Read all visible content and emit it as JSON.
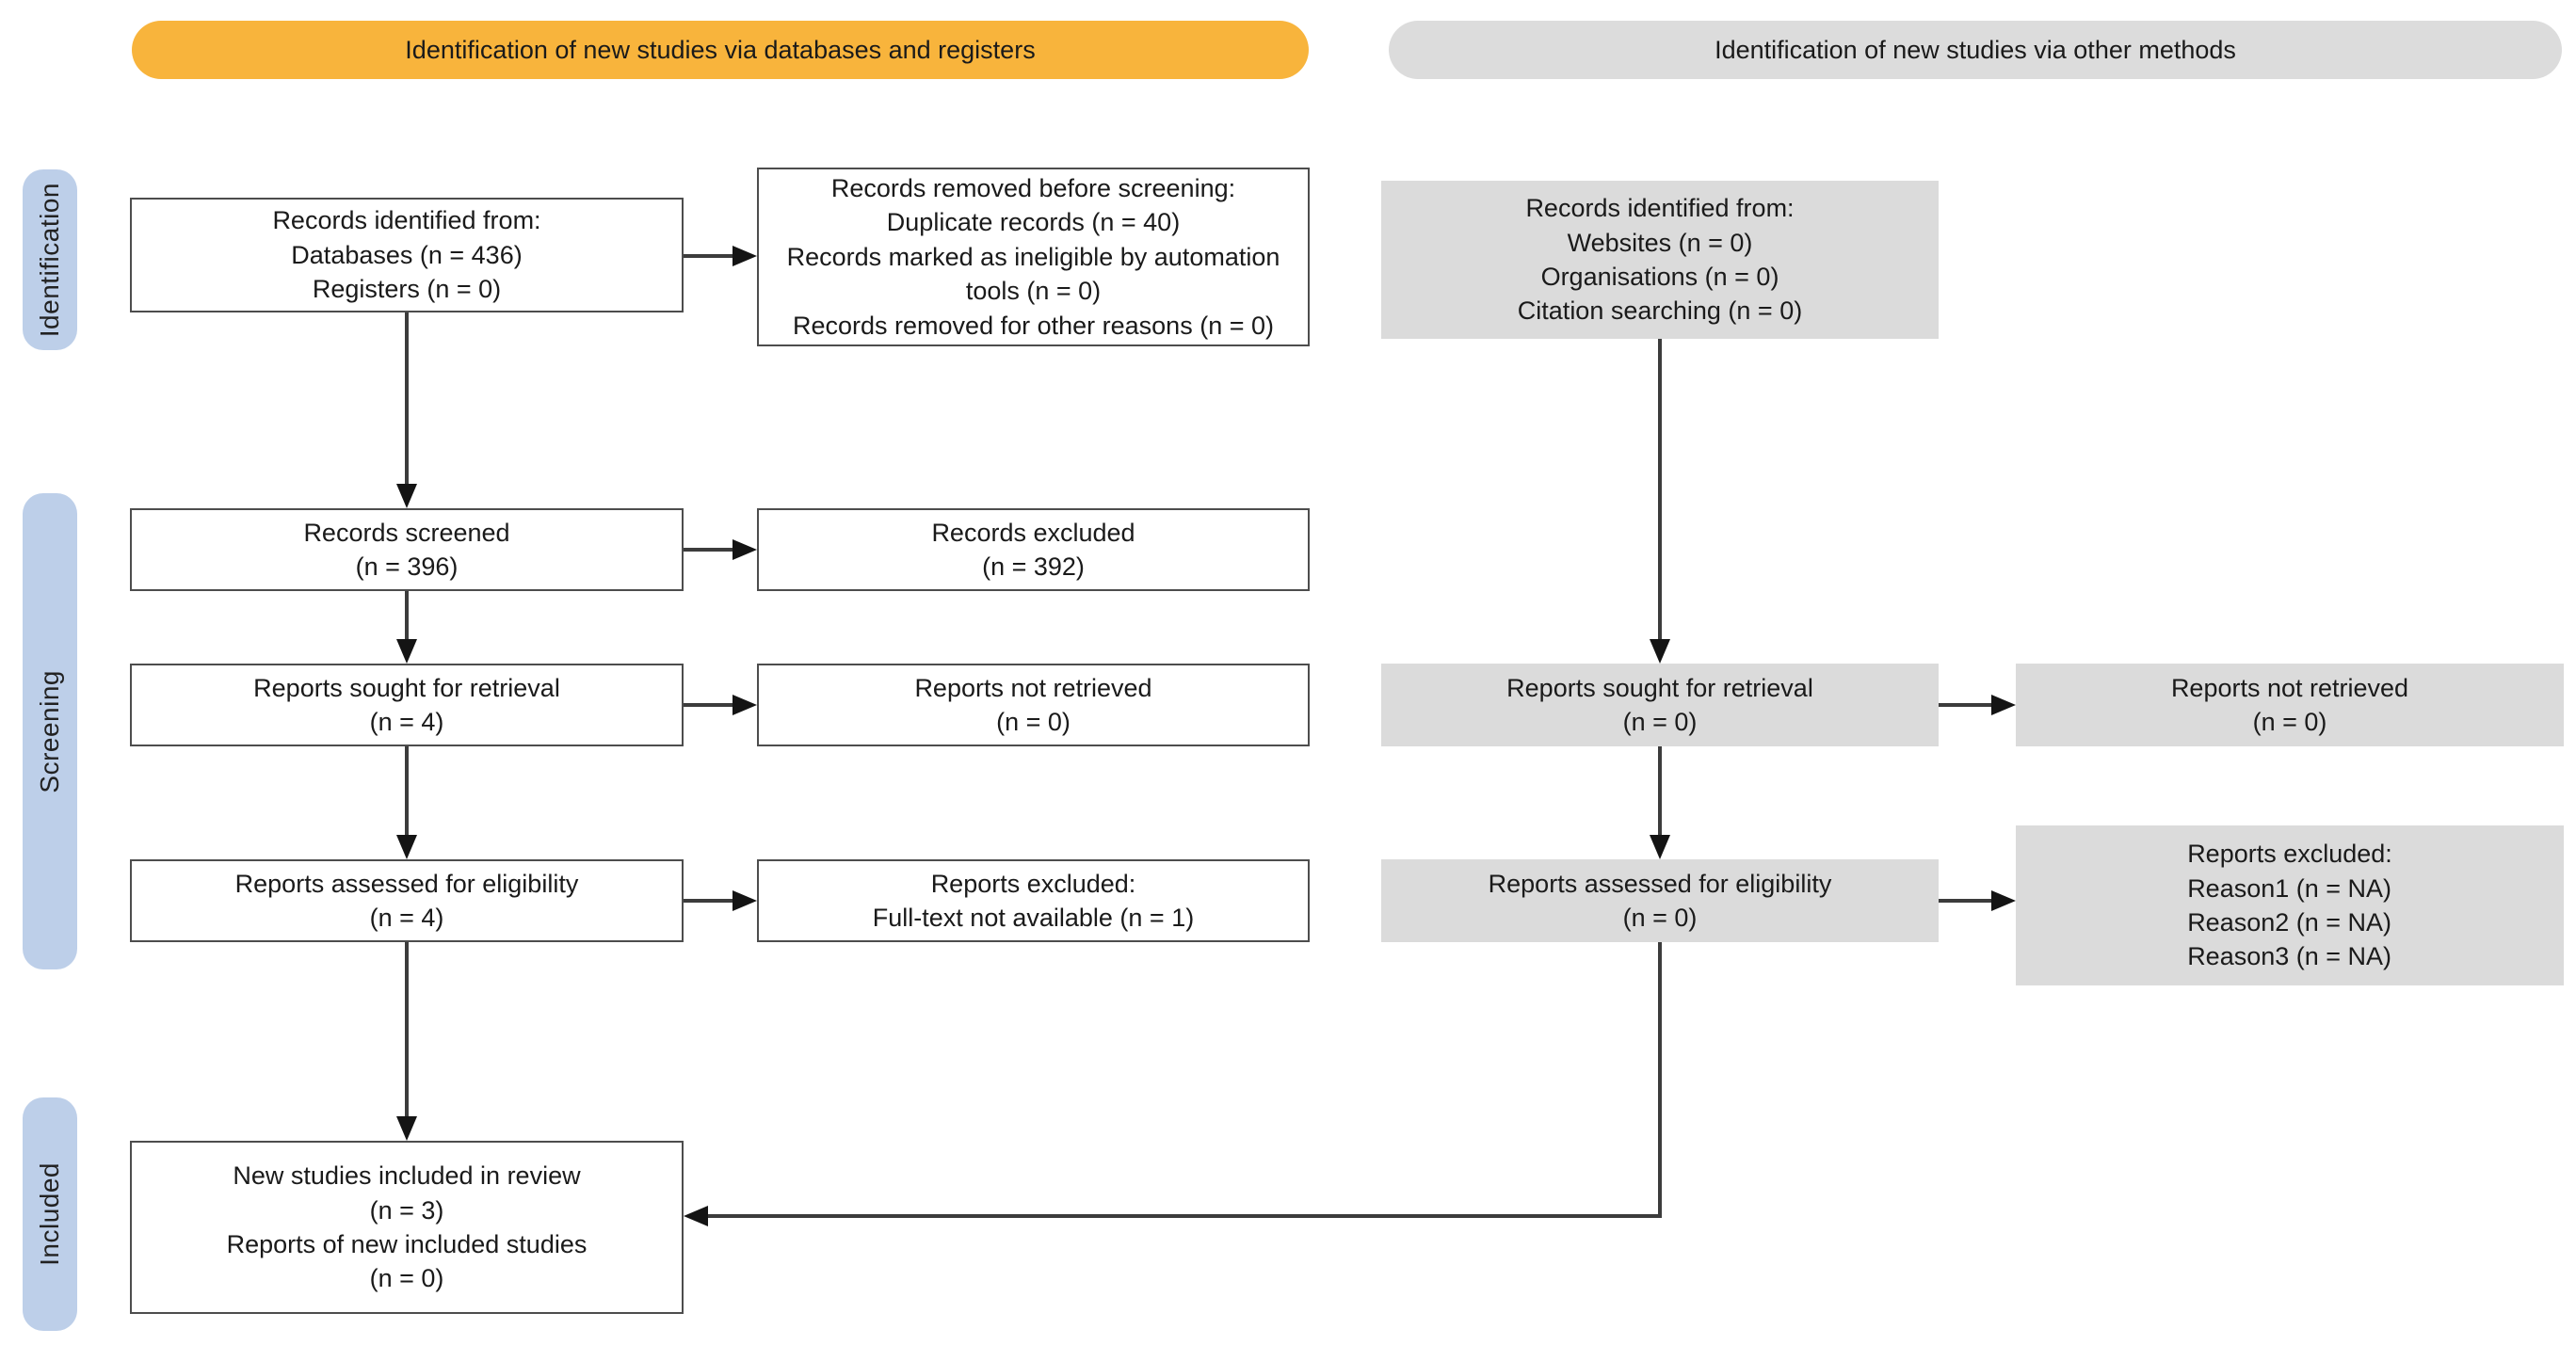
{
  "headers": {
    "databases": "Identification of new studies via databases and registers",
    "other_methods": "Identification of new studies via other methods"
  },
  "stages": {
    "identification": "Identification",
    "screening": "Screening",
    "included": "Included"
  },
  "boxes": {
    "records_identified_db": "Records identified from:\nDatabases (n = 436)\nRegisters (n = 0)",
    "records_removed": "Records removed before screening:\nDuplicate records (n = 40)\nRecords marked as ineligible by automation\ntools (n = 0)\nRecords removed for other reasons (n = 0)",
    "records_screened": "Records screened\n(n = 396)",
    "records_excluded": "Records excluded\n(n = 392)",
    "reports_sought_db": "Reports sought for retrieval\n(n = 4)",
    "reports_not_retrieved_db": "Reports not retrieved\n(n = 0)",
    "reports_assessed_db": "Reports assessed for eligibility\n(n = 4)",
    "reports_excluded_db": "Reports excluded:\nFull-text not available (n = 1)",
    "new_studies_included": "New studies included in review\n(n = 3)\nReports of new included studies\n(n = 0)",
    "records_identified_other": "Records identified from:\nWebsites (n = 0)\nOrganisations (n = 0)\nCitation searching (n = 0)",
    "reports_sought_other": "Reports sought for retrieval\n(n = 0)",
    "reports_not_retrieved_other": "Reports not retrieved\n(n = 0)",
    "reports_assessed_other": "Reports assessed for eligibility\n(n = 0)",
    "reports_excluded_other": "Reports excluded:\nReason1 (n = NA)\nReason2 (n = NA)\nReason3 (n = NA)"
  },
  "colors": {
    "header_databases_bg": "#F8B43C",
    "header_other_bg": "#DCDCDC",
    "stage_pill_bg": "#BDCFE9",
    "gray_box_bg": "#DBDBDB",
    "box_border": "#4D4D4D",
    "arrow_line": "#3C3C3C",
    "text": "#1A1A1A"
  }
}
